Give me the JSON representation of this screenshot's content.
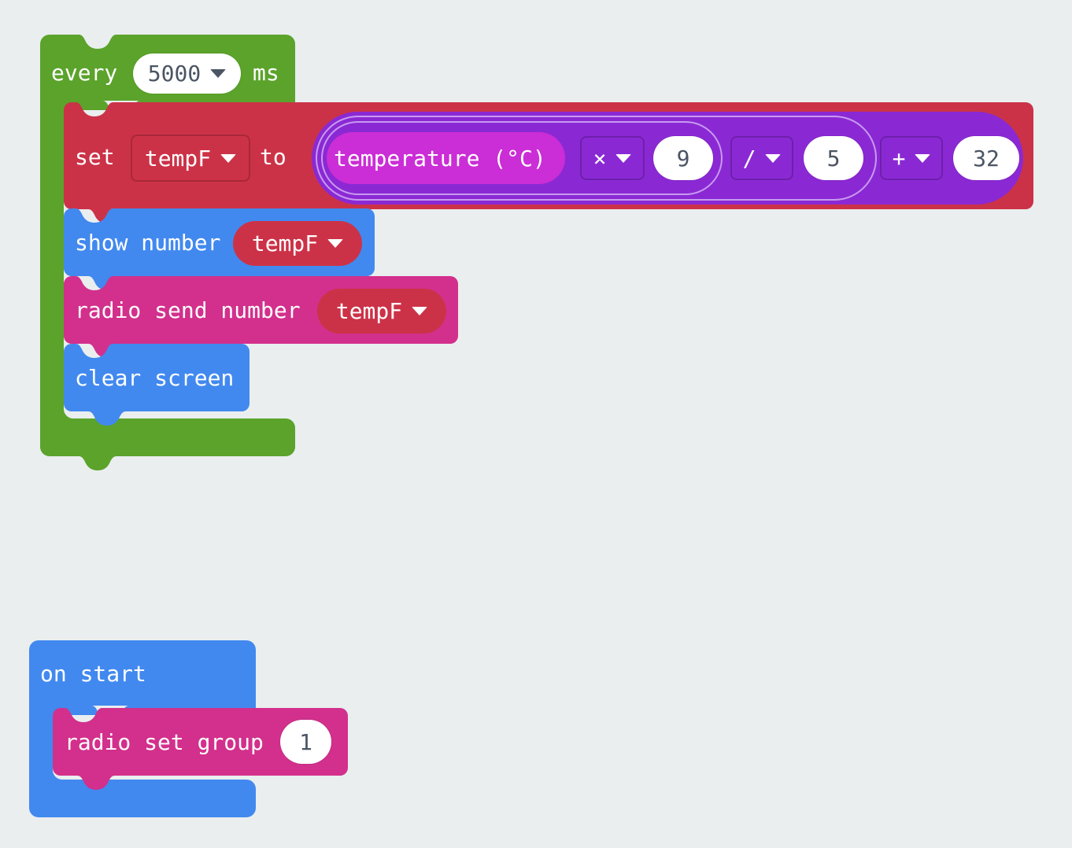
{
  "app": {
    "name": "MakeCode Blocks Editor",
    "canvas_background": "#eaeeef",
    "grid_dot_color": "#dbe0e2"
  },
  "palette": {
    "loops_green": "#5ba32b",
    "loops_green_dark": "#4b8a22",
    "variables_red": "#cc3247",
    "variables_red_dark": "#a8283a",
    "basic_blue": "#4189ef",
    "basic_blue_dark": "#3574cc",
    "radio_pink": "#d2308c",
    "radio_pink_dark": "#b02576",
    "math_purple": "#8a29d4",
    "math_purple_dark": "#6f1fab",
    "input_magenta": "#cb2dd6",
    "field_white": "#ffffff",
    "field_text": "#4b5563"
  },
  "scripts": [
    {
      "id": "forever-loop-script",
      "kind": "event-wrapper",
      "header": {
        "label_before": "every",
        "interval_value": "5000",
        "label_after": "ms",
        "dropdown_icon": "chevron-down-icon"
      },
      "body": [
        {
          "id": "set-variable-block",
          "kind": "variables-set",
          "label_set": "set",
          "variable": "tempF",
          "label_to": "to",
          "value_expression": {
            "kind": "math-arithmetic",
            "display": "((temperature (°C) × 9) / 5) + 32",
            "outer": {
              "operator": "+",
              "right_operand": "32"
            },
            "middle": {
              "operator": "/",
              "right_operand": "5"
            },
            "inner": {
              "operator": "×",
              "right_operand": "9",
              "left_operand_block": "temperature (°C)"
            }
          }
        },
        {
          "id": "show-number-block",
          "kind": "basic-show-number",
          "label": "show number",
          "variable": "tempF"
        },
        {
          "id": "radio-send-number-block",
          "kind": "radio-send-number",
          "label": "radio send number",
          "variable": "tempF"
        },
        {
          "id": "clear-screen-block",
          "kind": "basic-clear-screen",
          "label": "clear screen"
        }
      ]
    },
    {
      "id": "on-start-script",
      "kind": "event-wrapper",
      "header": {
        "label": "on start"
      },
      "body": [
        {
          "id": "radio-set-group-block",
          "kind": "radio-set-group",
          "label": "radio set group",
          "group_value": "1"
        }
      ]
    }
  ]
}
